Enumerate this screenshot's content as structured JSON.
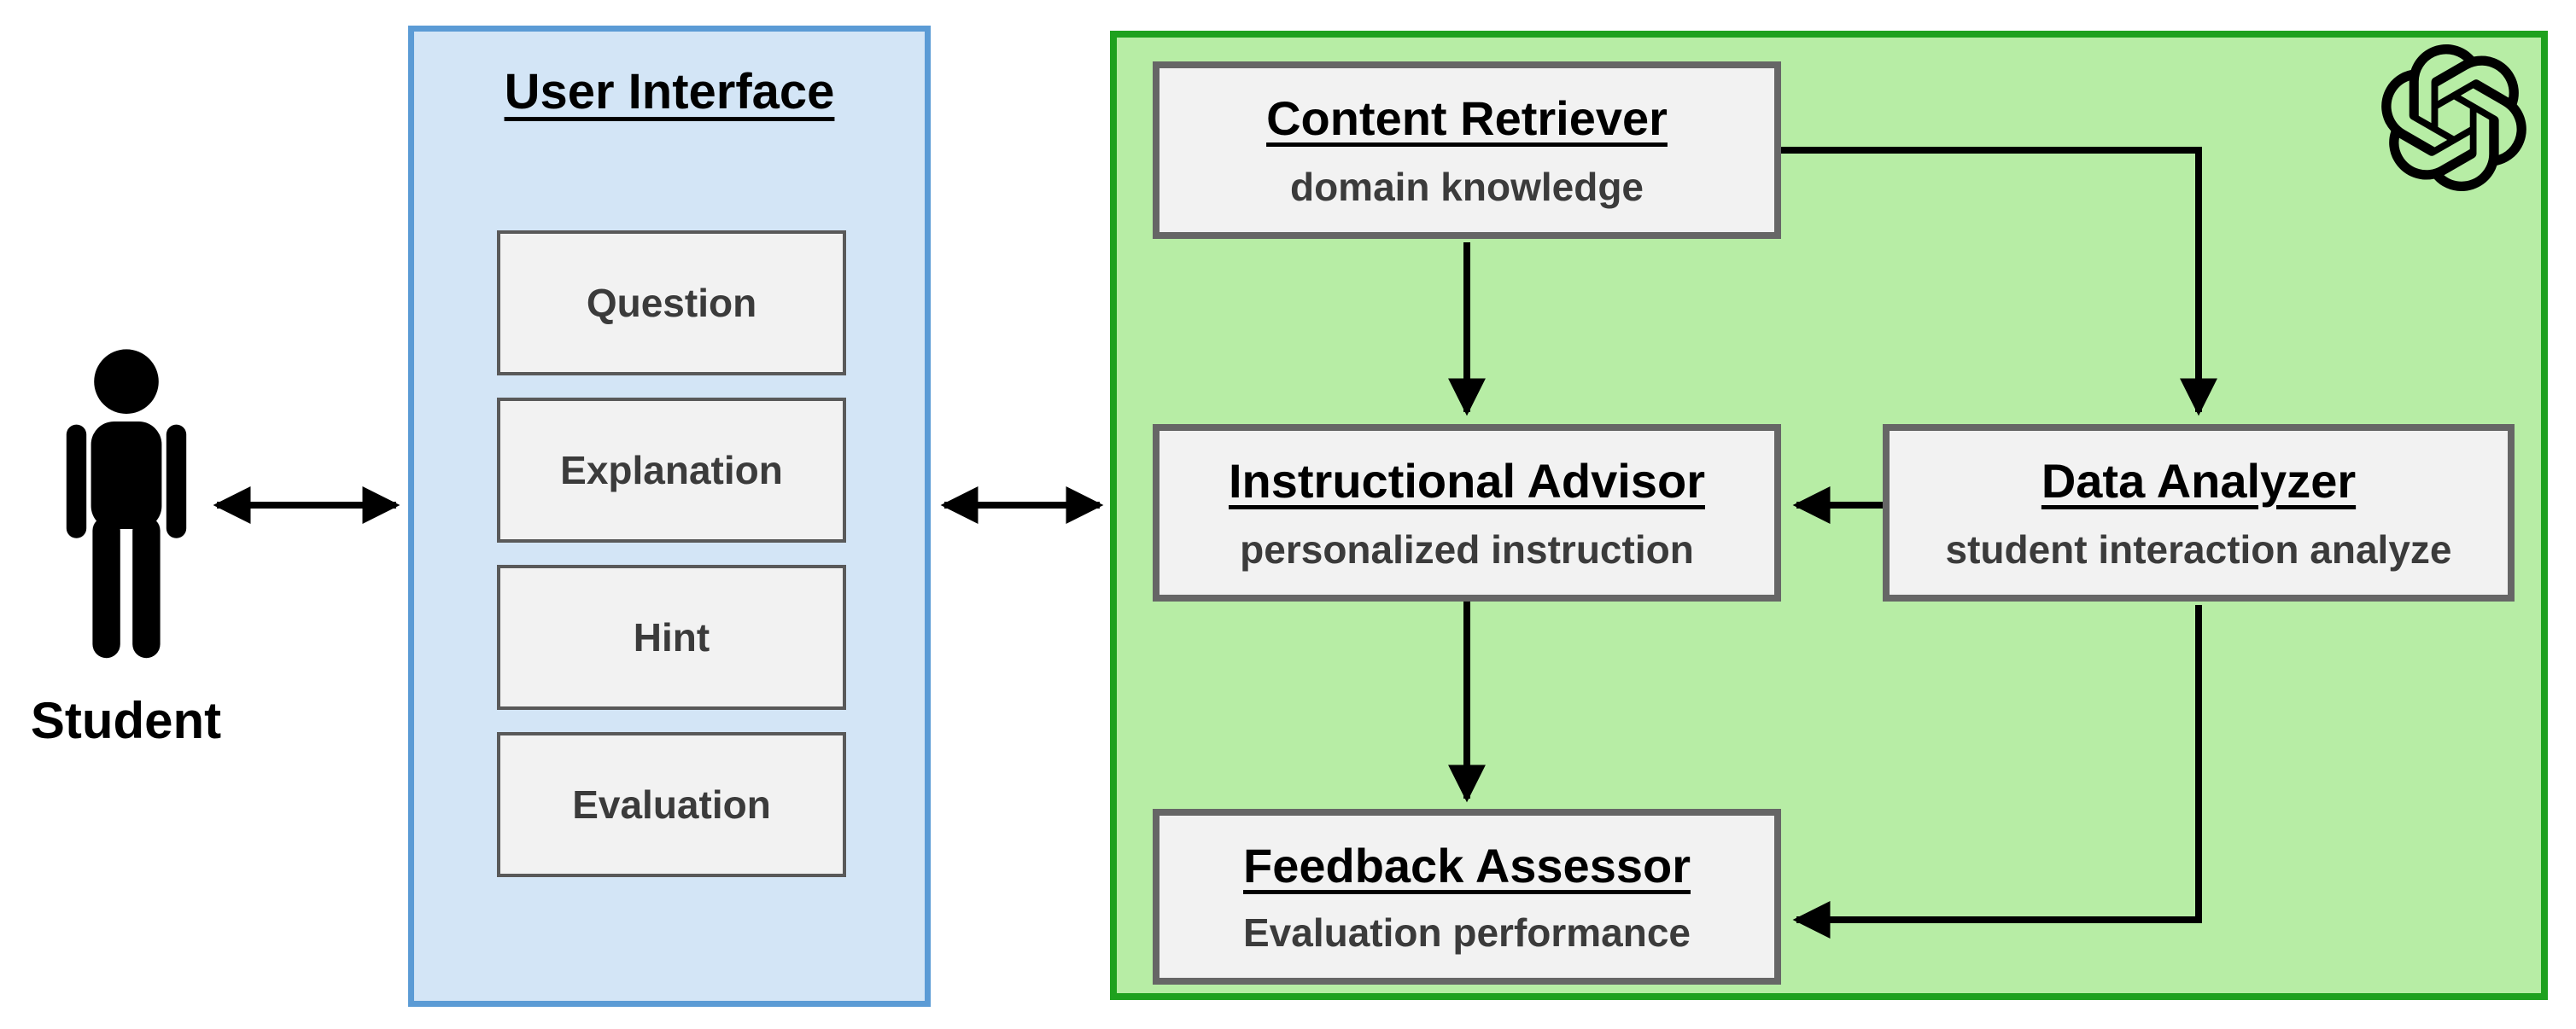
{
  "student": {
    "label": "Student",
    "icon": "student-person-icon"
  },
  "user_interface": {
    "title": "User Interface",
    "items": [
      "Question",
      "Explanation",
      "Hint",
      "Evaluation"
    ]
  },
  "agents": {
    "logo_icon": "openai-logo-icon",
    "nodes": [
      {
        "id": "content-retriever",
        "title": "Content Retriever",
        "subtitle": "domain knowledge"
      },
      {
        "id": "instructional-advisor",
        "title": "Instructional Advisor",
        "subtitle": "personalized instruction"
      },
      {
        "id": "data-analyzer",
        "title": "Data Analyzer",
        "subtitle": "student interaction analyze"
      },
      {
        "id": "feedback-assessor",
        "title": "Feedback Assessor",
        "subtitle": "Evaluation performance"
      }
    ],
    "connections": [
      "content-retriever -> instructional-advisor",
      "content-retriever -> data-analyzer",
      "data-analyzer -> instructional-advisor",
      "instructional-advisor -> feedback-assessor",
      "data-analyzer -> feedback-assessor",
      "student <-> user-interface",
      "user-interface <-> agent-system"
    ]
  },
  "colors": {
    "blue_border": "#5b9bd5",
    "blue_fill": "#d3e5f6",
    "green_border": "#1ea11e",
    "green_fill": "#b7eda5",
    "node_fill": "#f2f2f2",
    "node_border": "#666666",
    "arrow": "#000000",
    "text_primary": "#000000",
    "text_secondary": "#3b3b3b"
  }
}
